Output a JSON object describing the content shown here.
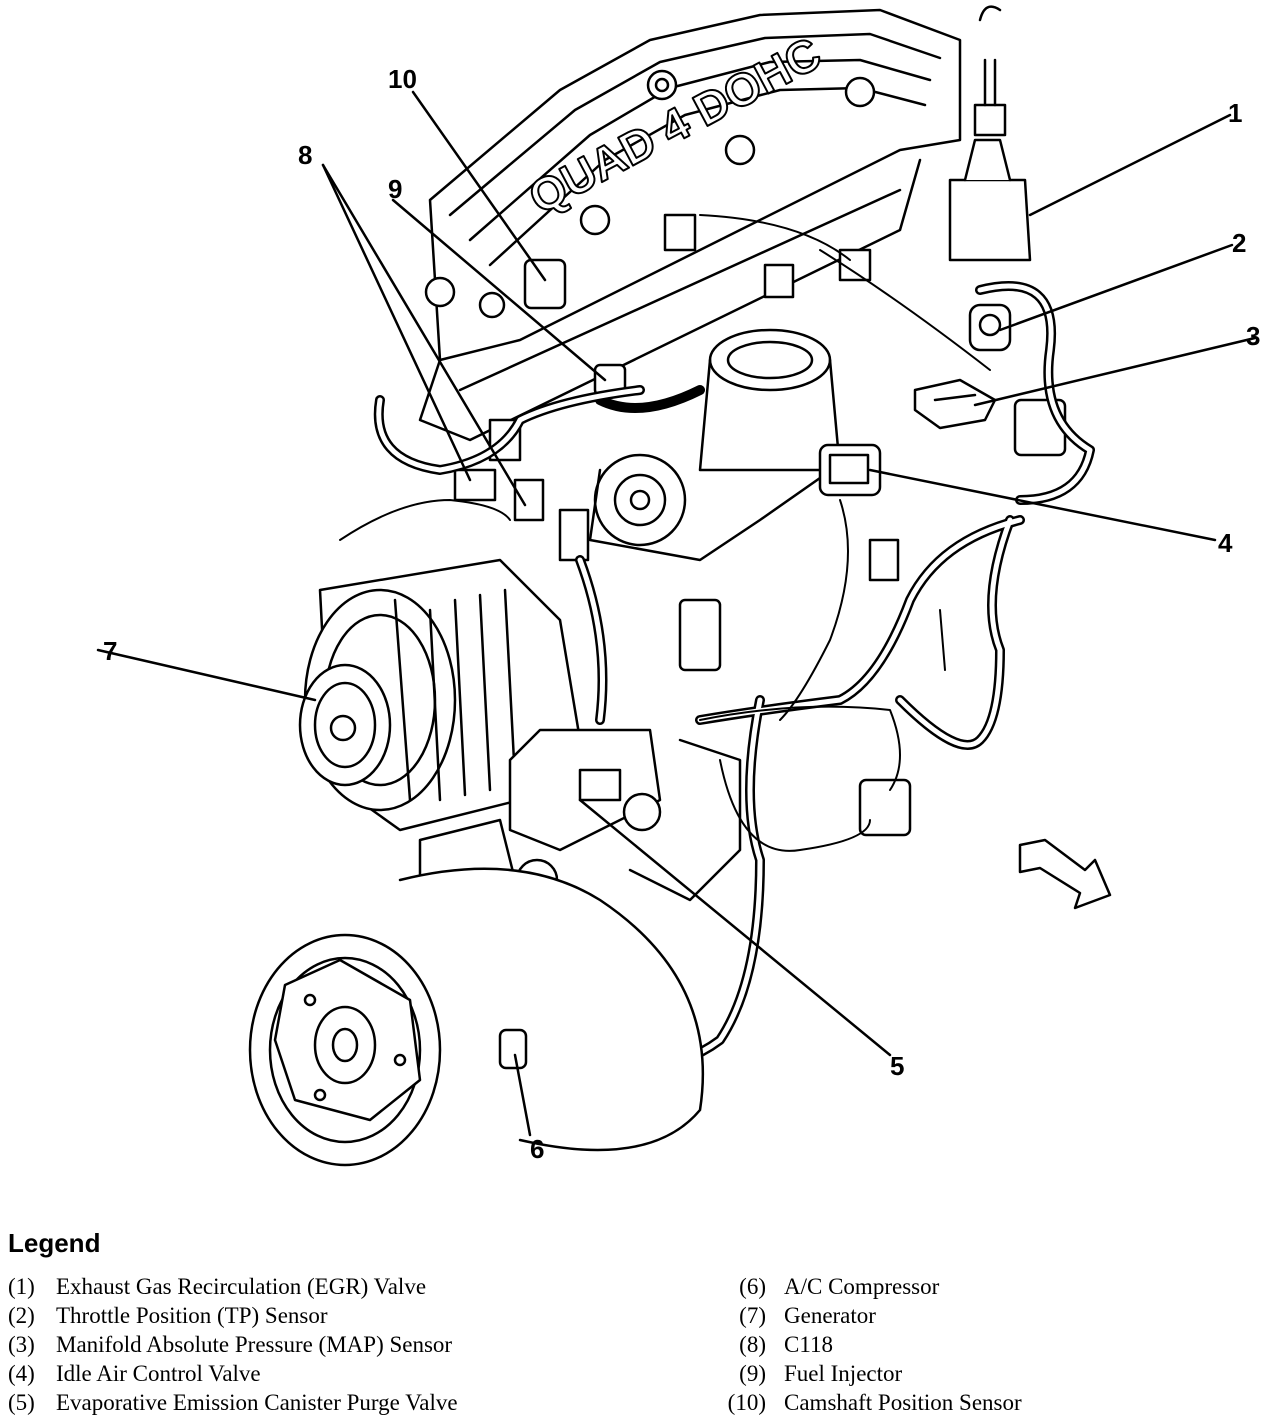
{
  "engine_label": "QUAD 4 DOHC",
  "callouts": [
    "1",
    "2",
    "3",
    "4",
    "5",
    "6",
    "7",
    "8",
    "9",
    "10"
  ],
  "legend": {
    "title": "Legend",
    "items": [
      {
        "num": "(1)",
        "text": "Exhaust Gas Recirculation (EGR) Valve"
      },
      {
        "num": "(2)",
        "text": "Throttle Position (TP) Sensor"
      },
      {
        "num": "(3)",
        "text": "Manifold Absolute Pressure (MAP) Sensor"
      },
      {
        "num": "(4)",
        "text": "Idle Air Control Valve"
      },
      {
        "num": "(5)",
        "text": "Evaporative Emission Canister Purge Valve"
      },
      {
        "num": "(6)",
        "text": "A/C Compressor"
      },
      {
        "num": "(7)",
        "text": "Generator"
      },
      {
        "num": "(8)",
        "text": "C118"
      },
      {
        "num": "(9)",
        "text": "Fuel Injector"
      },
      {
        "num": "(10)",
        "text": "Camshaft Position Sensor"
      }
    ]
  }
}
